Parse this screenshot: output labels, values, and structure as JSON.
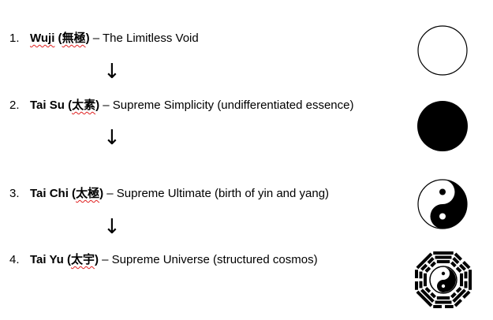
{
  "items": [
    {
      "number": "1.",
      "name": "Wuji",
      "chars": "無極",
      "desc": "– The Limitless Void",
      "symbol": "empty-circle-icon"
    },
    {
      "number": "2.",
      "name": "Tai Su",
      "chars": "太素",
      "desc": "– Supreme Simplicity (undifferentiated essence)",
      "symbol": "filled-circle-icon"
    },
    {
      "number": "3.",
      "name": "Tai Chi",
      "chars": "太極",
      "desc": "– Supreme Ultimate (birth of yin and yang)",
      "symbol": "yin-yang-icon"
    },
    {
      "number": "4.",
      "name": "Tai Yu",
      "chars": "太宇",
      "desc": "– Supreme Universe (structured cosmos)",
      "symbol": "bagua-icon"
    }
  ],
  "arrow": "↓"
}
